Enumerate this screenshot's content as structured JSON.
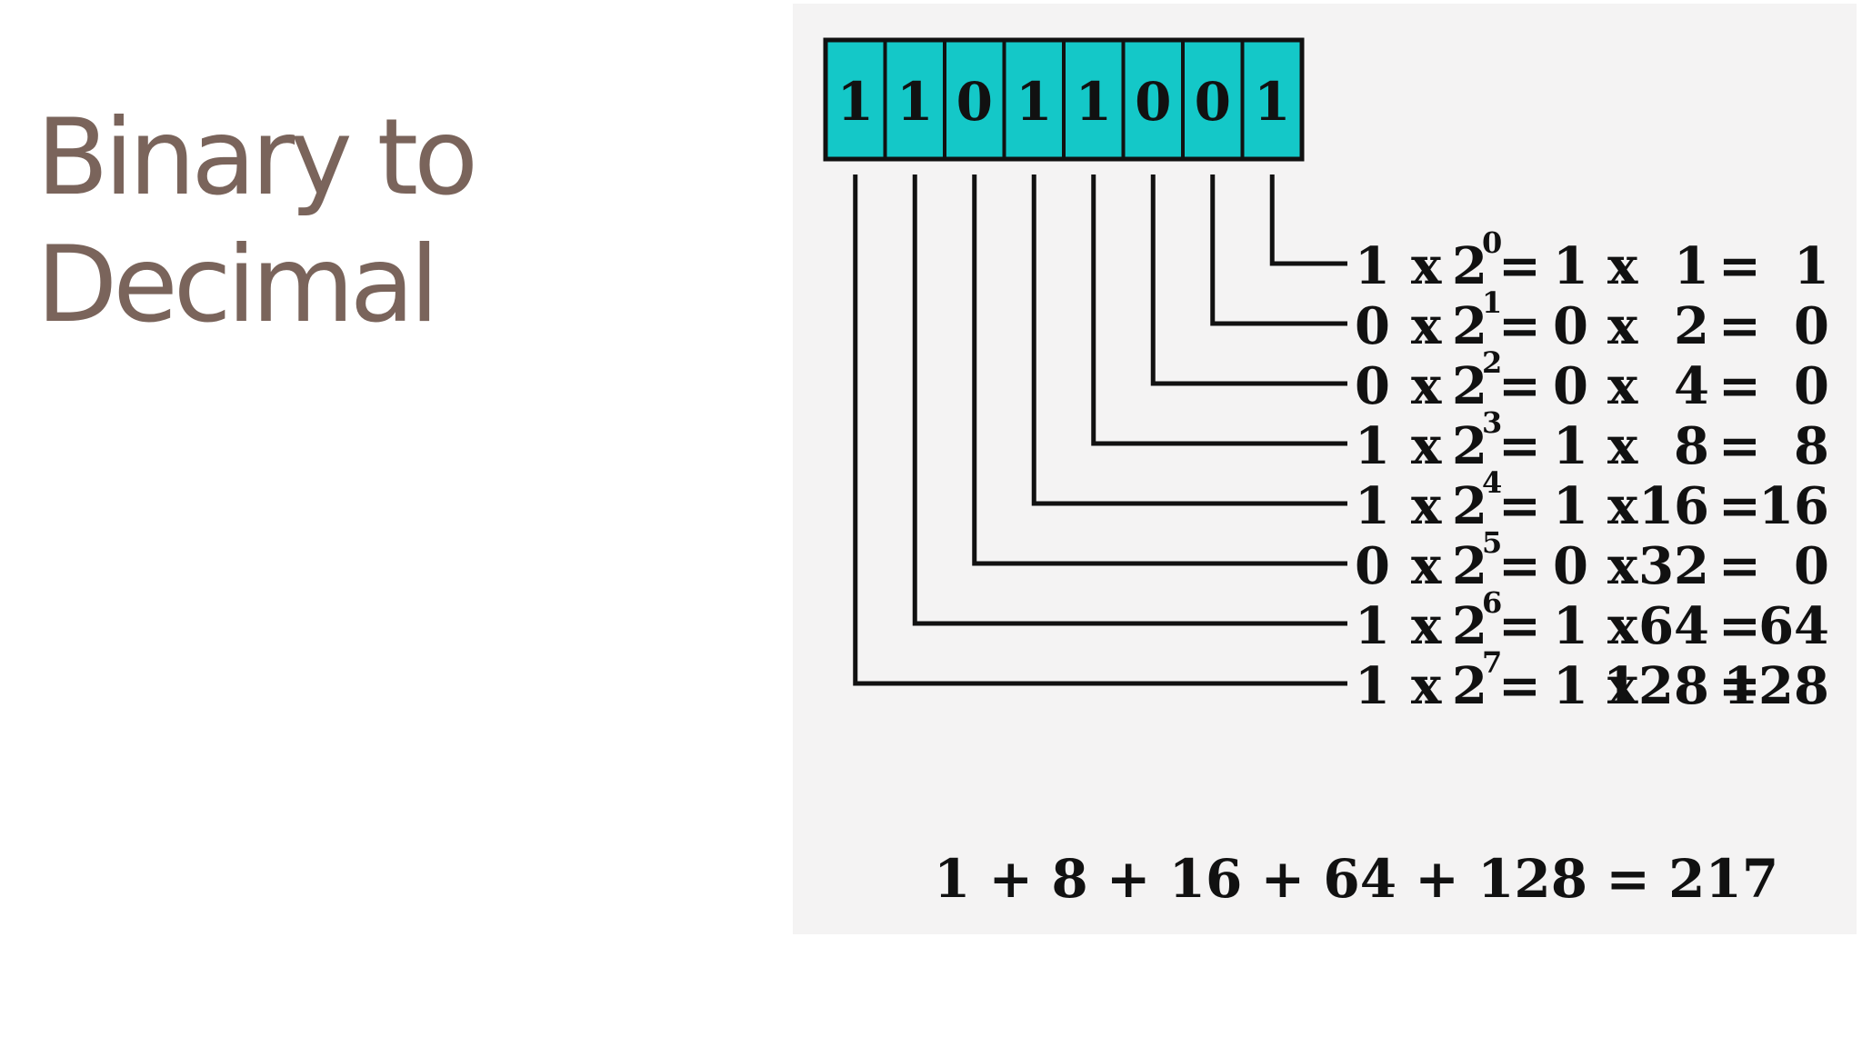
{
  "slide": {
    "title_line1": "Binary to",
    "title_line2": "Decimal"
  },
  "diagram": {
    "bits": [
      "1",
      "1",
      "0",
      "1",
      "1",
      "0",
      "0",
      "1"
    ],
    "bit_cell_color": "#14c8c8",
    "rows": [
      {
        "bit": "1",
        "exponent": "0",
        "place": "1",
        "result": "1"
      },
      {
        "bit": "0",
        "exponent": "1",
        "place": "2",
        "result": "0"
      },
      {
        "bit": "0",
        "exponent": "2",
        "place": "4",
        "result": "0"
      },
      {
        "bit": "1",
        "exponent": "3",
        "place": "8",
        "result": "8"
      },
      {
        "bit": "1",
        "exponent": "4",
        "place": "16",
        "result": "16"
      },
      {
        "bit": "0",
        "exponent": "5",
        "place": "32",
        "result": "0"
      },
      {
        "bit": "1",
        "exponent": "6",
        "place": "64",
        "result": "64"
      },
      {
        "bit": "1",
        "exponent": "7",
        "place": "128",
        "result": "128"
      }
    ],
    "sum_line": "1 + 8 + 16 + 64 + 128 = 217"
  }
}
